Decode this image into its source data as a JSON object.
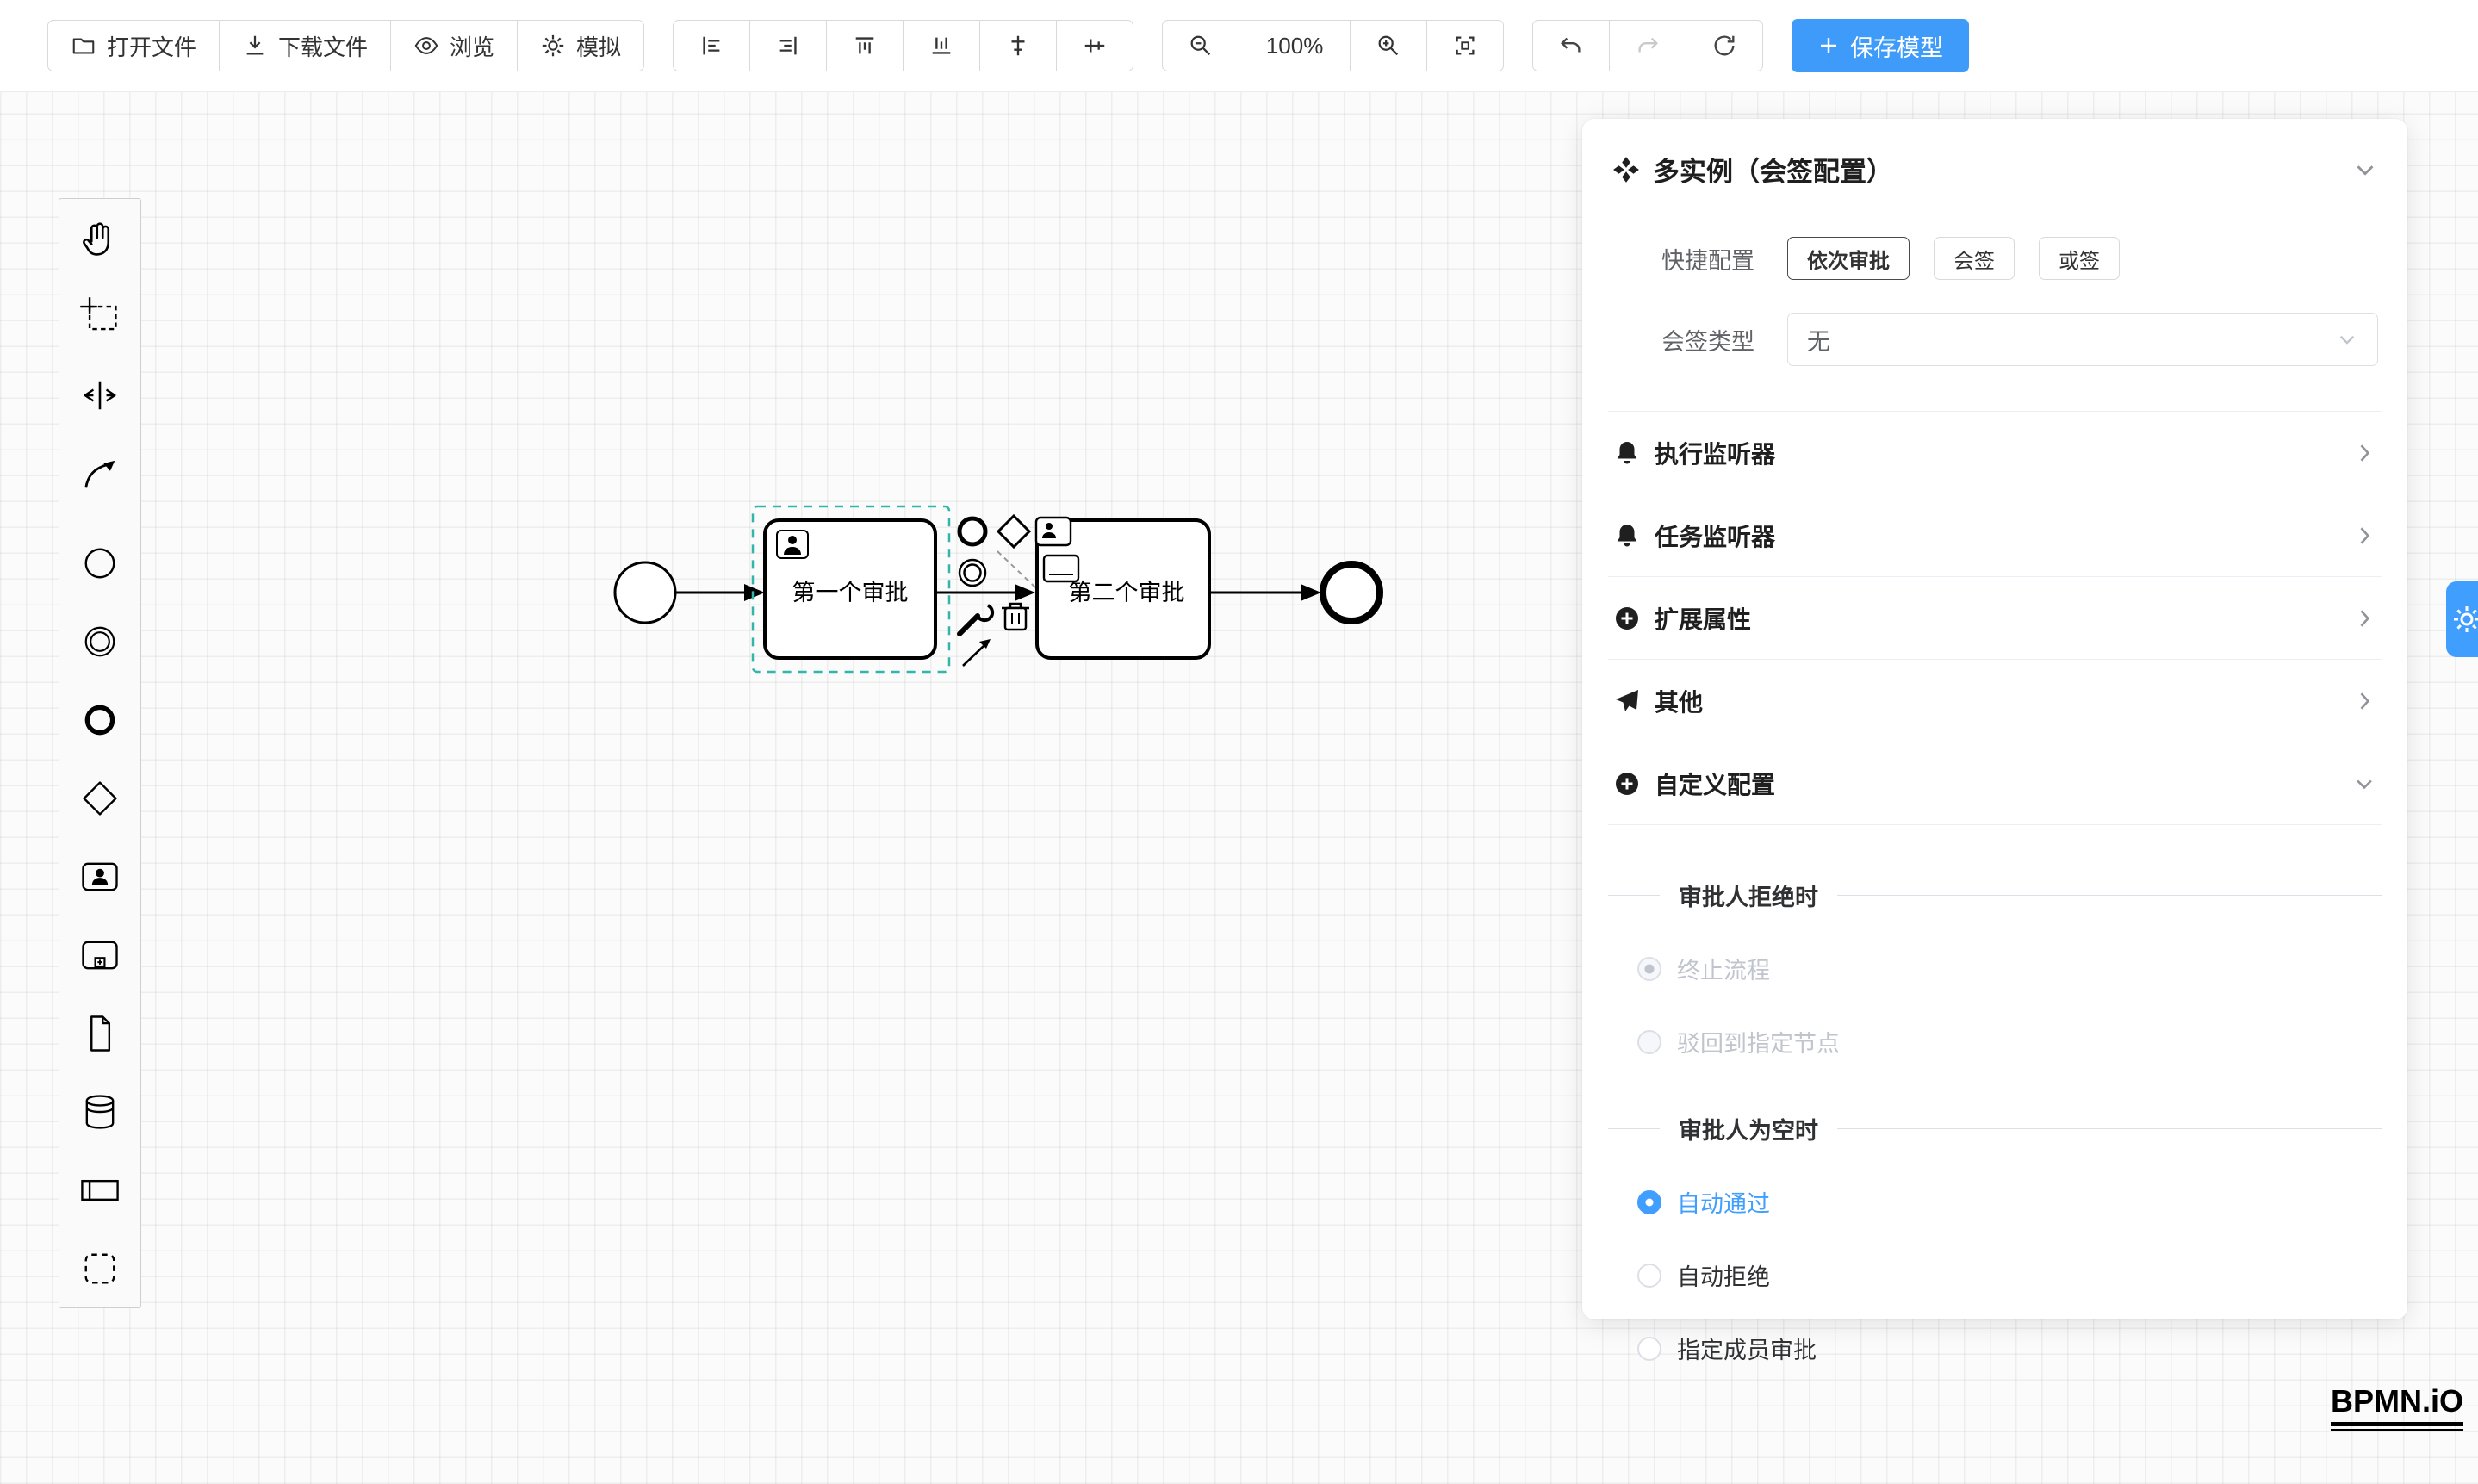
{
  "colors": {
    "primary": "#409eff",
    "save_button": "#3f9bfa",
    "selection_outline": "#33b5ab",
    "disabled_text": "#c0c4cc",
    "text": "#303133",
    "border": "#dcdfe6"
  },
  "toolbar": {
    "open_file": "打开文件",
    "download_file": "下载文件",
    "preview": "浏览",
    "simulate": "模拟",
    "align_tools": [
      "align-left",
      "align-right",
      "align-top",
      "align-bottom",
      "align-center-horizontal",
      "align-center-vertical"
    ],
    "zoom_level": "100%",
    "history_tools": [
      "undo",
      "redo",
      "reset-zoom"
    ],
    "save_model": "保存模型"
  },
  "palette": {
    "tools": [
      "hand-tool",
      "lasso-tool",
      "space-tool",
      "global-connect-tool",
      "start-event",
      "intermediate-event",
      "end-event",
      "exclusive-gateway",
      "user-task",
      "subprocess",
      "data-object",
      "data-store",
      "participant",
      "group"
    ]
  },
  "canvas": {
    "tasks": [
      {
        "label": "第一个审批",
        "type": "user-task",
        "selected": true
      },
      {
        "label": "第二个审批",
        "type": "user-task",
        "selected": false
      }
    ],
    "context_pad": [
      "append-end-event",
      "append-gateway",
      "append-user-task",
      "append-intermediate-event",
      "append-task",
      "change-type-wrench",
      "delete-trash",
      "connect-arrow"
    ]
  },
  "panel": {
    "title": "多实例（会签配置）",
    "quick_config": {
      "label": "快捷配置",
      "options": [
        "依次审批",
        "会签",
        "或签"
      ]
    },
    "sign_type": {
      "label": "会签类型",
      "value": "无"
    },
    "sections": [
      "执行监听器",
      "任务监听器",
      "扩展属性",
      "其他",
      "自定义配置"
    ],
    "reject_group": {
      "title": "审批人拒绝时",
      "options": [
        {
          "label": "终止流程",
          "checked": true,
          "disabled": true
        },
        {
          "label": "驳回到指定节点",
          "checked": false,
          "disabled": true
        }
      ]
    },
    "empty_group": {
      "title": "审批人为空时",
      "options": [
        {
          "label": "自动通过",
          "checked": true
        },
        {
          "label": "自动拒绝",
          "checked": false
        },
        {
          "label": "指定成员审批",
          "checked": false
        }
      ]
    }
  },
  "logo": "BPMN.iO"
}
